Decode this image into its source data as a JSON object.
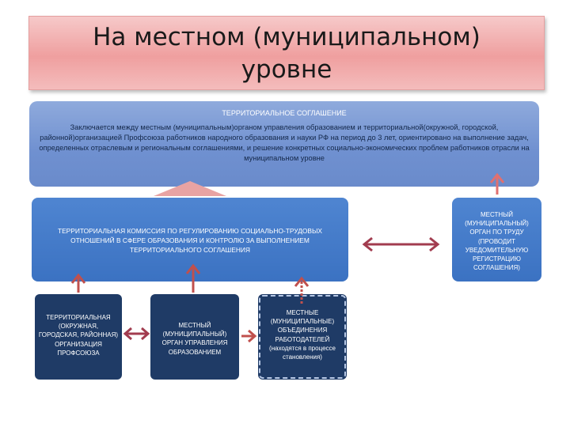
{
  "title": "На местном (муниципальном)\nуровне",
  "agreement": {
    "header": "ТЕРРИТОРИАЛЬНОЕ СОГЛАШЕНИЕ",
    "body": "Заключается между местным (муниципальным)органом управления образованием и территориальной(окружной, городской, районной)организацией Профсоюза работников народного образования и науки РФ на период до 3 лет, ориентировано на выполнение задач, определенных отраслевым и региональным соглашениями, и решение конкретных социально-экономических проблем работников отрасли на муниципальном уровне"
  },
  "commission": "ТЕРРИТОРИАЛЬНАЯ КОМИССИЯ ПО РЕГУЛИРОВАНИЮ СОЦИАЛЬНО-ТРУДОВЫХ ОТНОШЕНИЙ В СФЕРЕ ОБРАЗОВАНИЯ И КОНТРОЛЮ ЗА ВЫПОЛНЕНИЕМ ТЕРРИТОРИАЛЬНОГО СОГЛАШЕНИЯ",
  "local_labor_body": "МЕСТНЫЙ (МУНИЦИПАЛЬНЫЙ) ОРГАН ПО ТРУДУ (ПРОВОДИТ УВЕДОМИТЕЛЬНУЮ РЕГИСТРАЦИЮ СОГЛАШЕНИЯ)",
  "union_org": "ТЕРРИТОРИАЛЬНАЯ (ОКРУЖНАЯ, ГОРОДСКАЯ, РАЙОННАЯ) ОРГАНИЗАЦИЯ ПРОФСОЮЗА",
  "education_authority": "МЕСТНЫЙ (МУНИЦИПАЛЬНЫЙ) ОРГАН УПРАВЛЕНИЯ ОБРАЗОВАНИЕМ",
  "employers": "МЕСТНЫЕ (МУНИЦИПАЛЬНЫЕ) ОБЪЕДИНЕНИЯ РАБОТОДАТЕЛЕЙ (находятся в процессе становления)",
  "colors": {
    "title_bg": "#ef9f9f",
    "light_blue": "#7b9bd6",
    "mid_blue": "#4279c8",
    "dark_blue": "#1f3b66",
    "arrow": "#c0504d"
  }
}
